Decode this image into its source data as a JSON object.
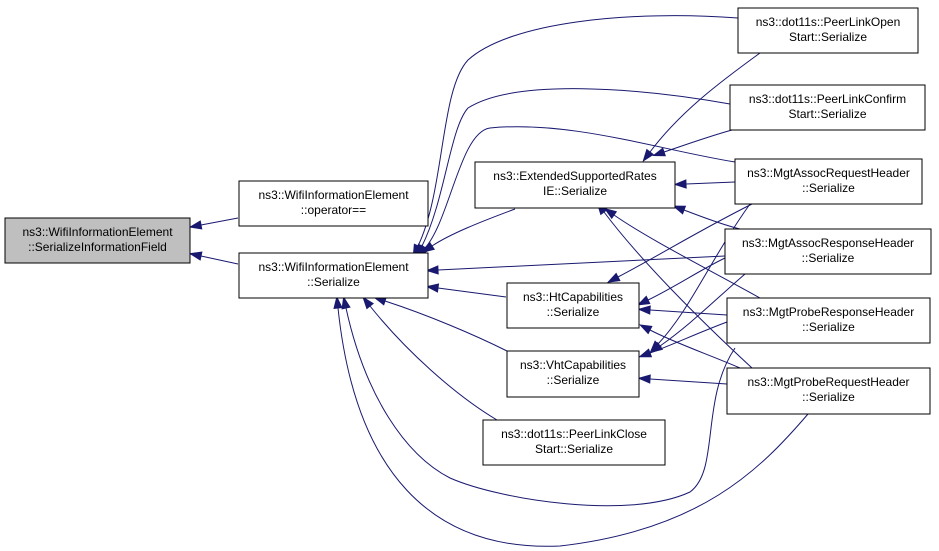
{
  "colors": {
    "edge": "#191970",
    "root_fill": "#bfbfbf",
    "node_fill": "#ffffff",
    "border": "#000000"
  },
  "nodes": [
    {
      "id": "serialize-information-field",
      "line1": "ns3::WifiInformationElement",
      "line2": "::SerializeInformationField",
      "root": true
    },
    {
      "id": "operator-eq",
      "line1": "ns3::WifiInformationElement",
      "line2": "::operator=="
    },
    {
      "id": "wie-serialize",
      "line1": "ns3::WifiInformationElement",
      "line2": "::Serialize"
    },
    {
      "id": "extended-rates-serialize",
      "line1": "ns3::ExtendedSupportedRates",
      "line2": "IE::Serialize"
    },
    {
      "id": "ht-serialize",
      "line1": "ns3::HtCapabilities",
      "line2": "::Serialize"
    },
    {
      "id": "vht-serialize",
      "line1": "ns3::VhtCapabilities",
      "line2": "::Serialize"
    },
    {
      "id": "peer-link-close",
      "line1": "ns3::dot11s::PeerLinkClose",
      "line2": "Start::Serialize"
    },
    {
      "id": "peer-link-open",
      "line1": "ns3::dot11s::PeerLinkOpen",
      "line2": "Start::Serialize"
    },
    {
      "id": "peer-link-confirm",
      "line1": "ns3::dot11s::PeerLinkConfirm",
      "line2": "Start::Serialize"
    },
    {
      "id": "assoc-request",
      "line1": "ns3::MgtAssocRequestHeader",
      "line2": "::Serialize"
    },
    {
      "id": "assoc-response",
      "line1": "ns3::MgtAssocResponseHeader",
      "line2": "::Serialize"
    },
    {
      "id": "probe-response",
      "line1": "ns3::MgtProbeResponseHeader",
      "line2": "::Serialize"
    },
    {
      "id": "probe-request",
      "line1": "ns3::MgtProbeRequestHeader",
      "line2": "::Serialize"
    }
  ],
  "edges": [
    {
      "from": "operator-eq",
      "to": "serialize-information-field"
    },
    {
      "from": "wie-serialize",
      "to": "serialize-information-field"
    },
    {
      "from": "extended-rates-serialize",
      "to": "wie-serialize"
    },
    {
      "from": "ht-serialize",
      "to": "wie-serialize"
    },
    {
      "from": "vht-serialize",
      "to": "wie-serialize"
    },
    {
      "from": "peer-link-close",
      "to": "wie-serialize"
    },
    {
      "from": "peer-link-open",
      "to": "wie-serialize"
    },
    {
      "from": "peer-link-confirm",
      "to": "wie-serialize"
    },
    {
      "from": "assoc-request",
      "to": "wie-serialize"
    },
    {
      "from": "assoc-response",
      "to": "wie-serialize"
    },
    {
      "from": "probe-response",
      "to": "wie-serialize"
    },
    {
      "from": "probe-request",
      "to": "wie-serialize"
    },
    {
      "from": "peer-link-open",
      "to": "extended-rates-serialize"
    },
    {
      "from": "peer-link-confirm",
      "to": "extended-rates-serialize"
    },
    {
      "from": "assoc-request",
      "to": "extended-rates-serialize"
    },
    {
      "from": "assoc-response",
      "to": "extended-rates-serialize"
    },
    {
      "from": "probe-response",
      "to": "extended-rates-serialize"
    },
    {
      "from": "probe-request",
      "to": "extended-rates-serialize"
    },
    {
      "from": "assoc-request",
      "to": "ht-serialize"
    },
    {
      "from": "assoc-response",
      "to": "ht-serialize"
    },
    {
      "from": "probe-response",
      "to": "ht-serialize"
    },
    {
      "from": "probe-request",
      "to": "ht-serialize"
    },
    {
      "from": "assoc-request",
      "to": "vht-serialize"
    },
    {
      "from": "assoc-response",
      "to": "vht-serialize"
    },
    {
      "from": "probe-response",
      "to": "vht-serialize"
    },
    {
      "from": "probe-request",
      "to": "vht-serialize"
    }
  ]
}
